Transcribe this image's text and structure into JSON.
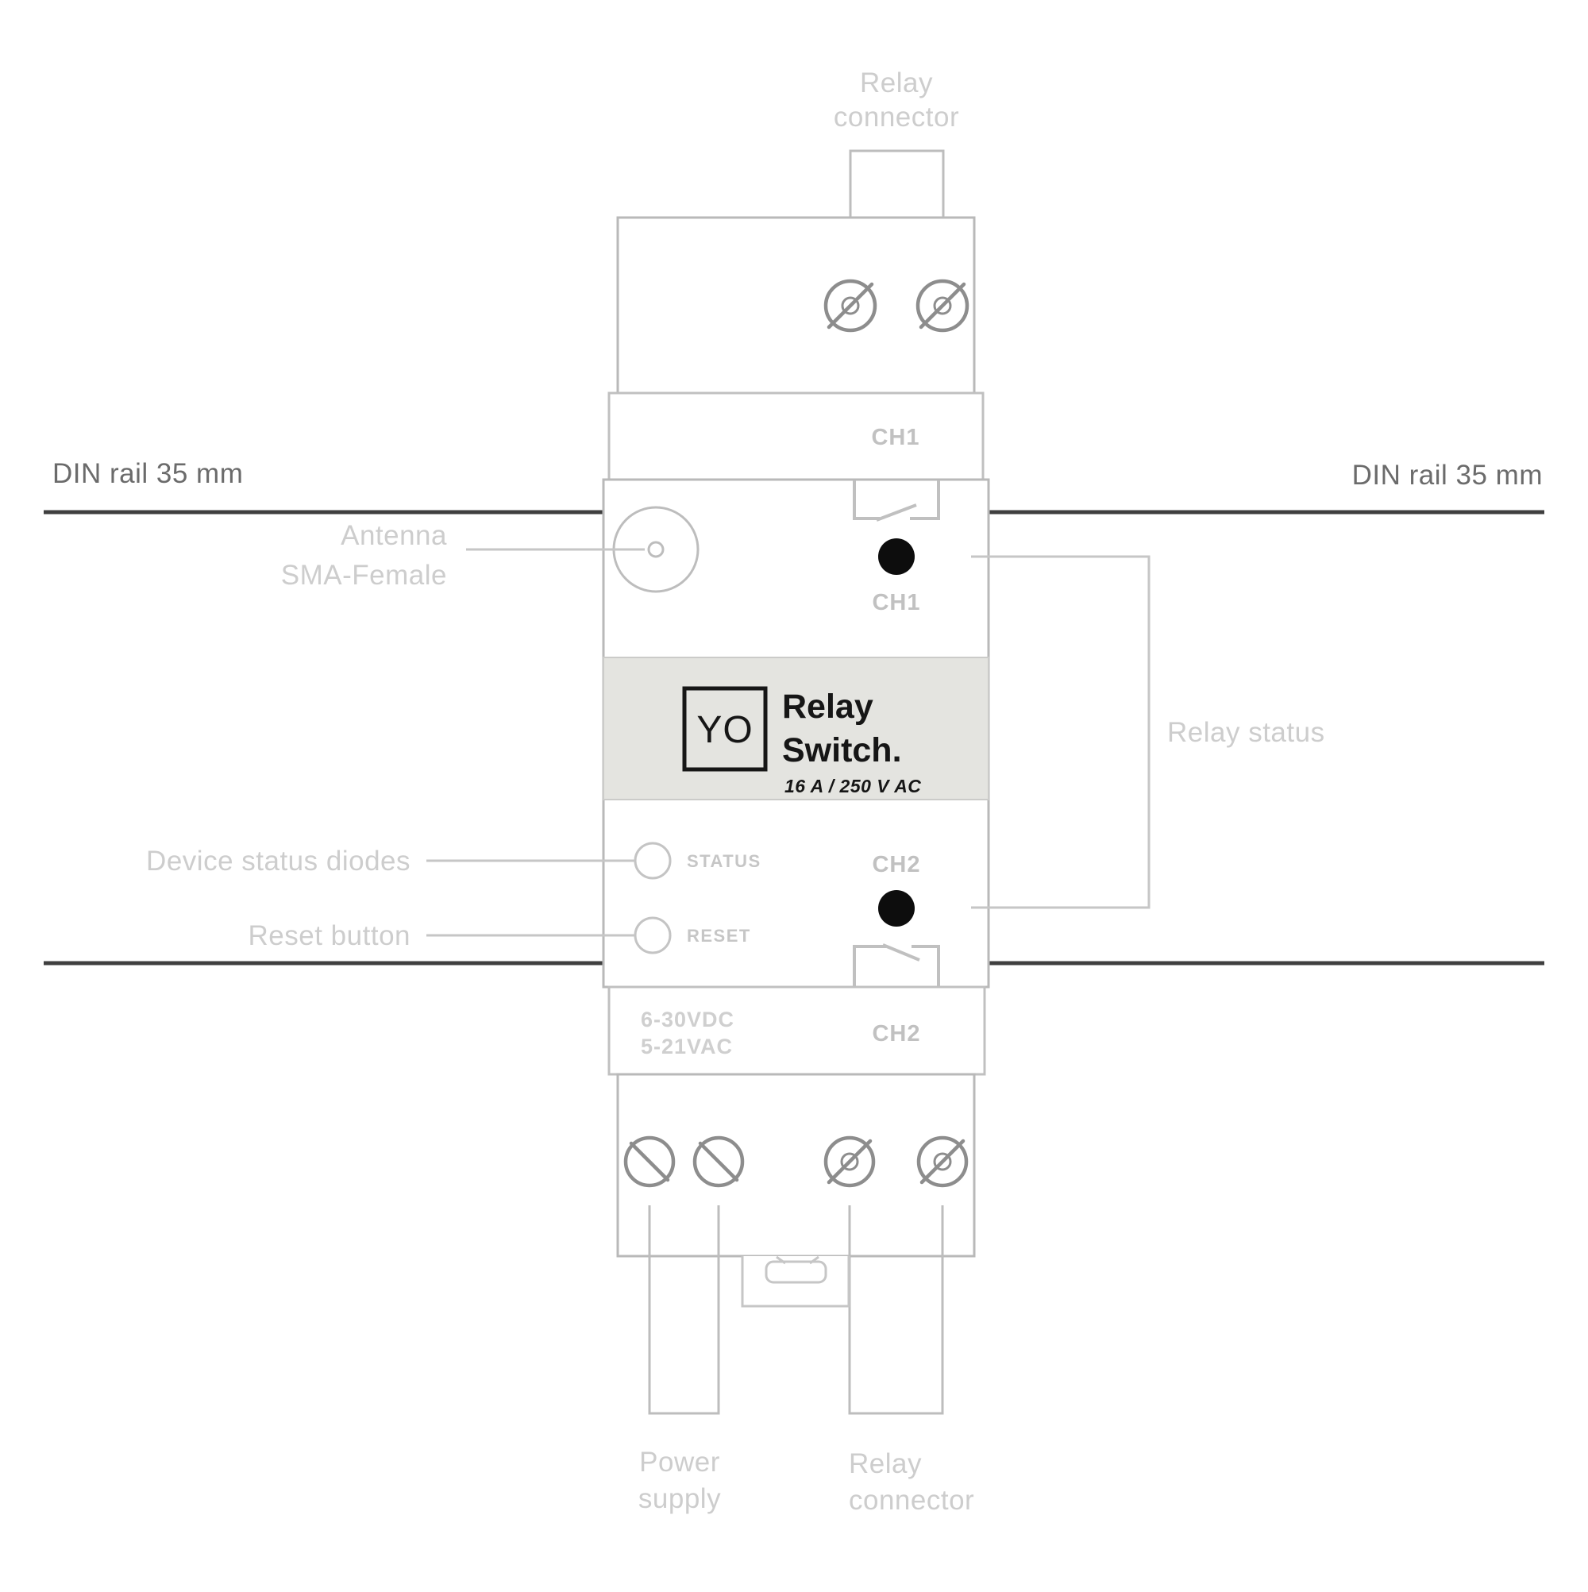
{
  "colors": {
    "background": "#ffffff",
    "device_outline": "#b9b9b9",
    "screw_outline": "#8d8d8d",
    "leader_line": "#c6c6c6",
    "annotation_text": "#cdcdcd",
    "device_print_text": "#c1c1c1",
    "din_line": "#3f3f3f",
    "din_text": "#6b6b6b",
    "label_band_bg": "#e4e4e0",
    "logo_text": "#161616",
    "led_on": "#0d0d0d"
  },
  "din_rail": {
    "left_label": "DIN rail 35 mm",
    "right_label": "DIN rail 35 mm"
  },
  "annotations": {
    "relay_connector_top": {
      "line1": "Relay",
      "line2": "connector"
    },
    "antenna": {
      "line1": "Antenna",
      "line2": "SMA-Female"
    },
    "device_status_diodes": "Device status diodes",
    "reset_button": "Reset button",
    "relay_status": "Relay status",
    "power_supply": {
      "line1": "Power",
      "line2": "supply"
    },
    "relay_connector_bottom": {
      "line1": "Relay",
      "line2": "connector"
    }
  },
  "device": {
    "top_band_channel": "CH1",
    "led1_label": "CH1",
    "led2_label": "CH2",
    "bottom_band_channel": "CH2",
    "status_label": "STATUS",
    "reset_label": "RESET",
    "power_input": {
      "line1": "6-30VDC",
      "line2": "5-21VAC"
    },
    "logo": {
      "mark": "YO",
      "name_line1": "Relay",
      "name_line2": "Switch.",
      "rating": "16 A / 250 V AC"
    }
  }
}
